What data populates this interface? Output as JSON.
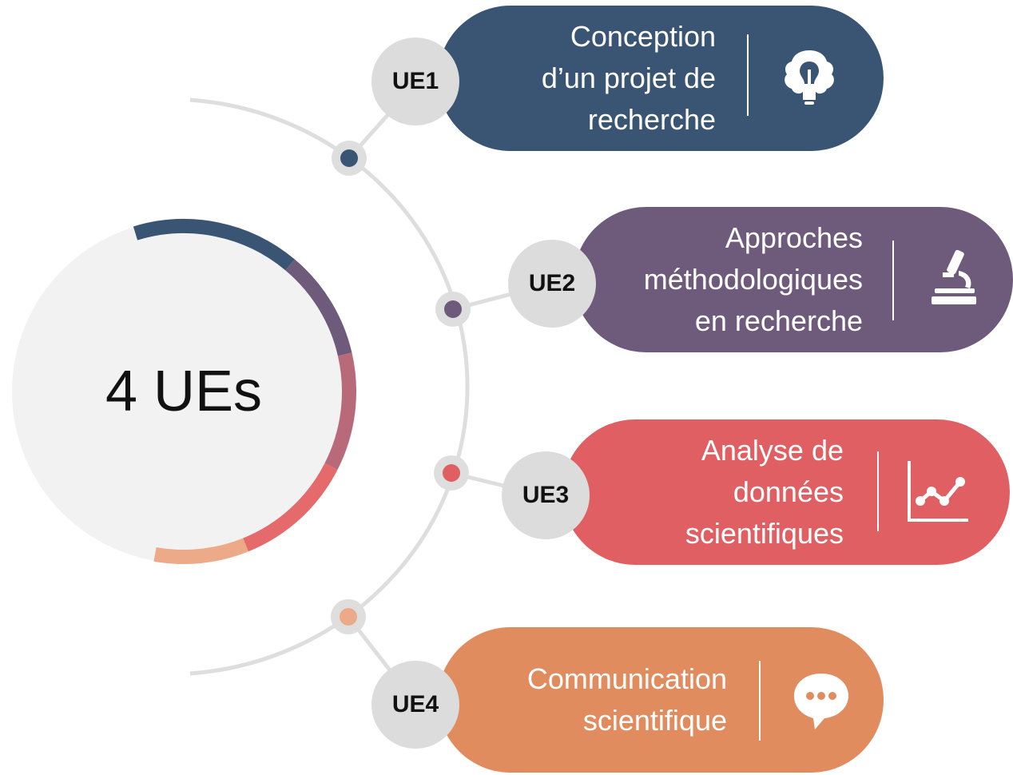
{
  "center": {
    "label": "4 UEs"
  },
  "items": [
    {
      "code": "UE1",
      "lines": [
        "Conception",
        "d’un projet de",
        "recherche"
      ],
      "color": "#3a5573",
      "icon": "brain-lightbulb-icon"
    },
    {
      "code": "UE2",
      "lines": [
        "Approches",
        "méthodologiques",
        "en recherche"
      ],
      "color": "#6e5a7a",
      "icon": "microscope-icon"
    },
    {
      "code": "UE3",
      "lines": [
        "Analyse de",
        "données",
        "scientifiques"
      ],
      "color": "#e05f62",
      "icon": "line-chart-icon"
    },
    {
      "code": "UE4",
      "lines": [
        "Communication",
        "scientifique"
      ],
      "color": "#e08c5f",
      "icon": "chat-bubble-icon"
    }
  ],
  "ring_colors": [
    "#3a5573",
    "#6e5a7a",
    "#b86a7a",
    "#e56a6c",
    "#edaa88"
  ],
  "arc_color": "#dedede"
}
